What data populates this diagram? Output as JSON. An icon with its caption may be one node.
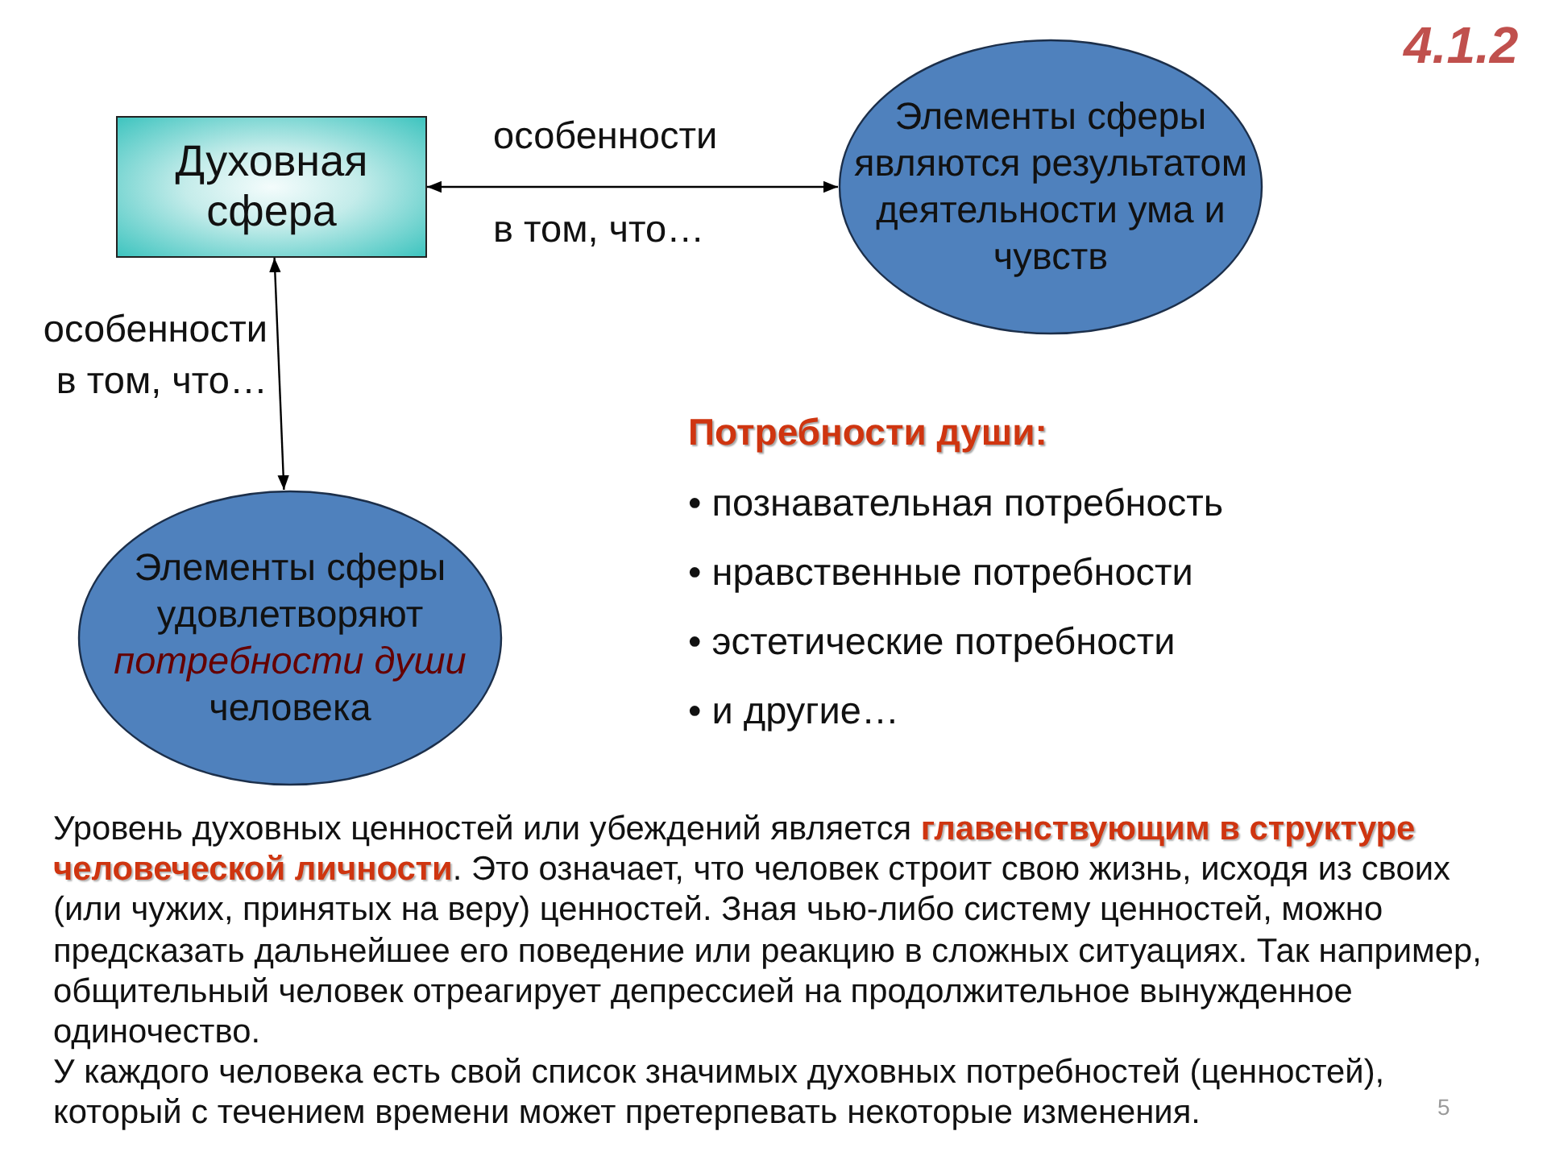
{
  "diagram": {
    "nodes": [
      {
        "text": [
          "Духовная сфера"
        ]
      },
      {
        "text": [
          "Элементы сферы являются результатом деятельности ума и чувств"
        ]
      },
      {
        "text": [
          "Элементы сферы удовлетворяют *потребности души* человека"
        ]
      }
    ],
    "edges": [
      {
        "from": 0,
        "to": 1,
        "arrow": "both"
      },
      {
        "from": 0,
        "to": 2,
        "arrow": "both"
      }
    ],
    "labels": [
      "4.1.2",
      "особенности",
      "в том, что…",
      "особенности",
      "в том, что…",
      "Потребности души:",
      "• познавательная потребность",
      "• нравственные потребности",
      "• эстетические потребности",
      "• и другие…",
      "Уровень духовных ценностей или убеждений является **главенствующим в структуре человеческой личности**. Это означает, что человек строит свою жизнь, исходя из своих (или чужих, принятых на веру) ценностей. Зная чью-либо систему ценностей, можно предсказать дальнейшее его поведение или реакцию в сложных ситуациях. Так например, общительный человек отреагирует депрессией на продолжительное вынужденное одиночество.",
      "У каждого человека есть свой список значимых духовных потребностей (ценностей), который с течением времени может претерпевать некоторые изменения.",
      "5"
    ]
  }
}
